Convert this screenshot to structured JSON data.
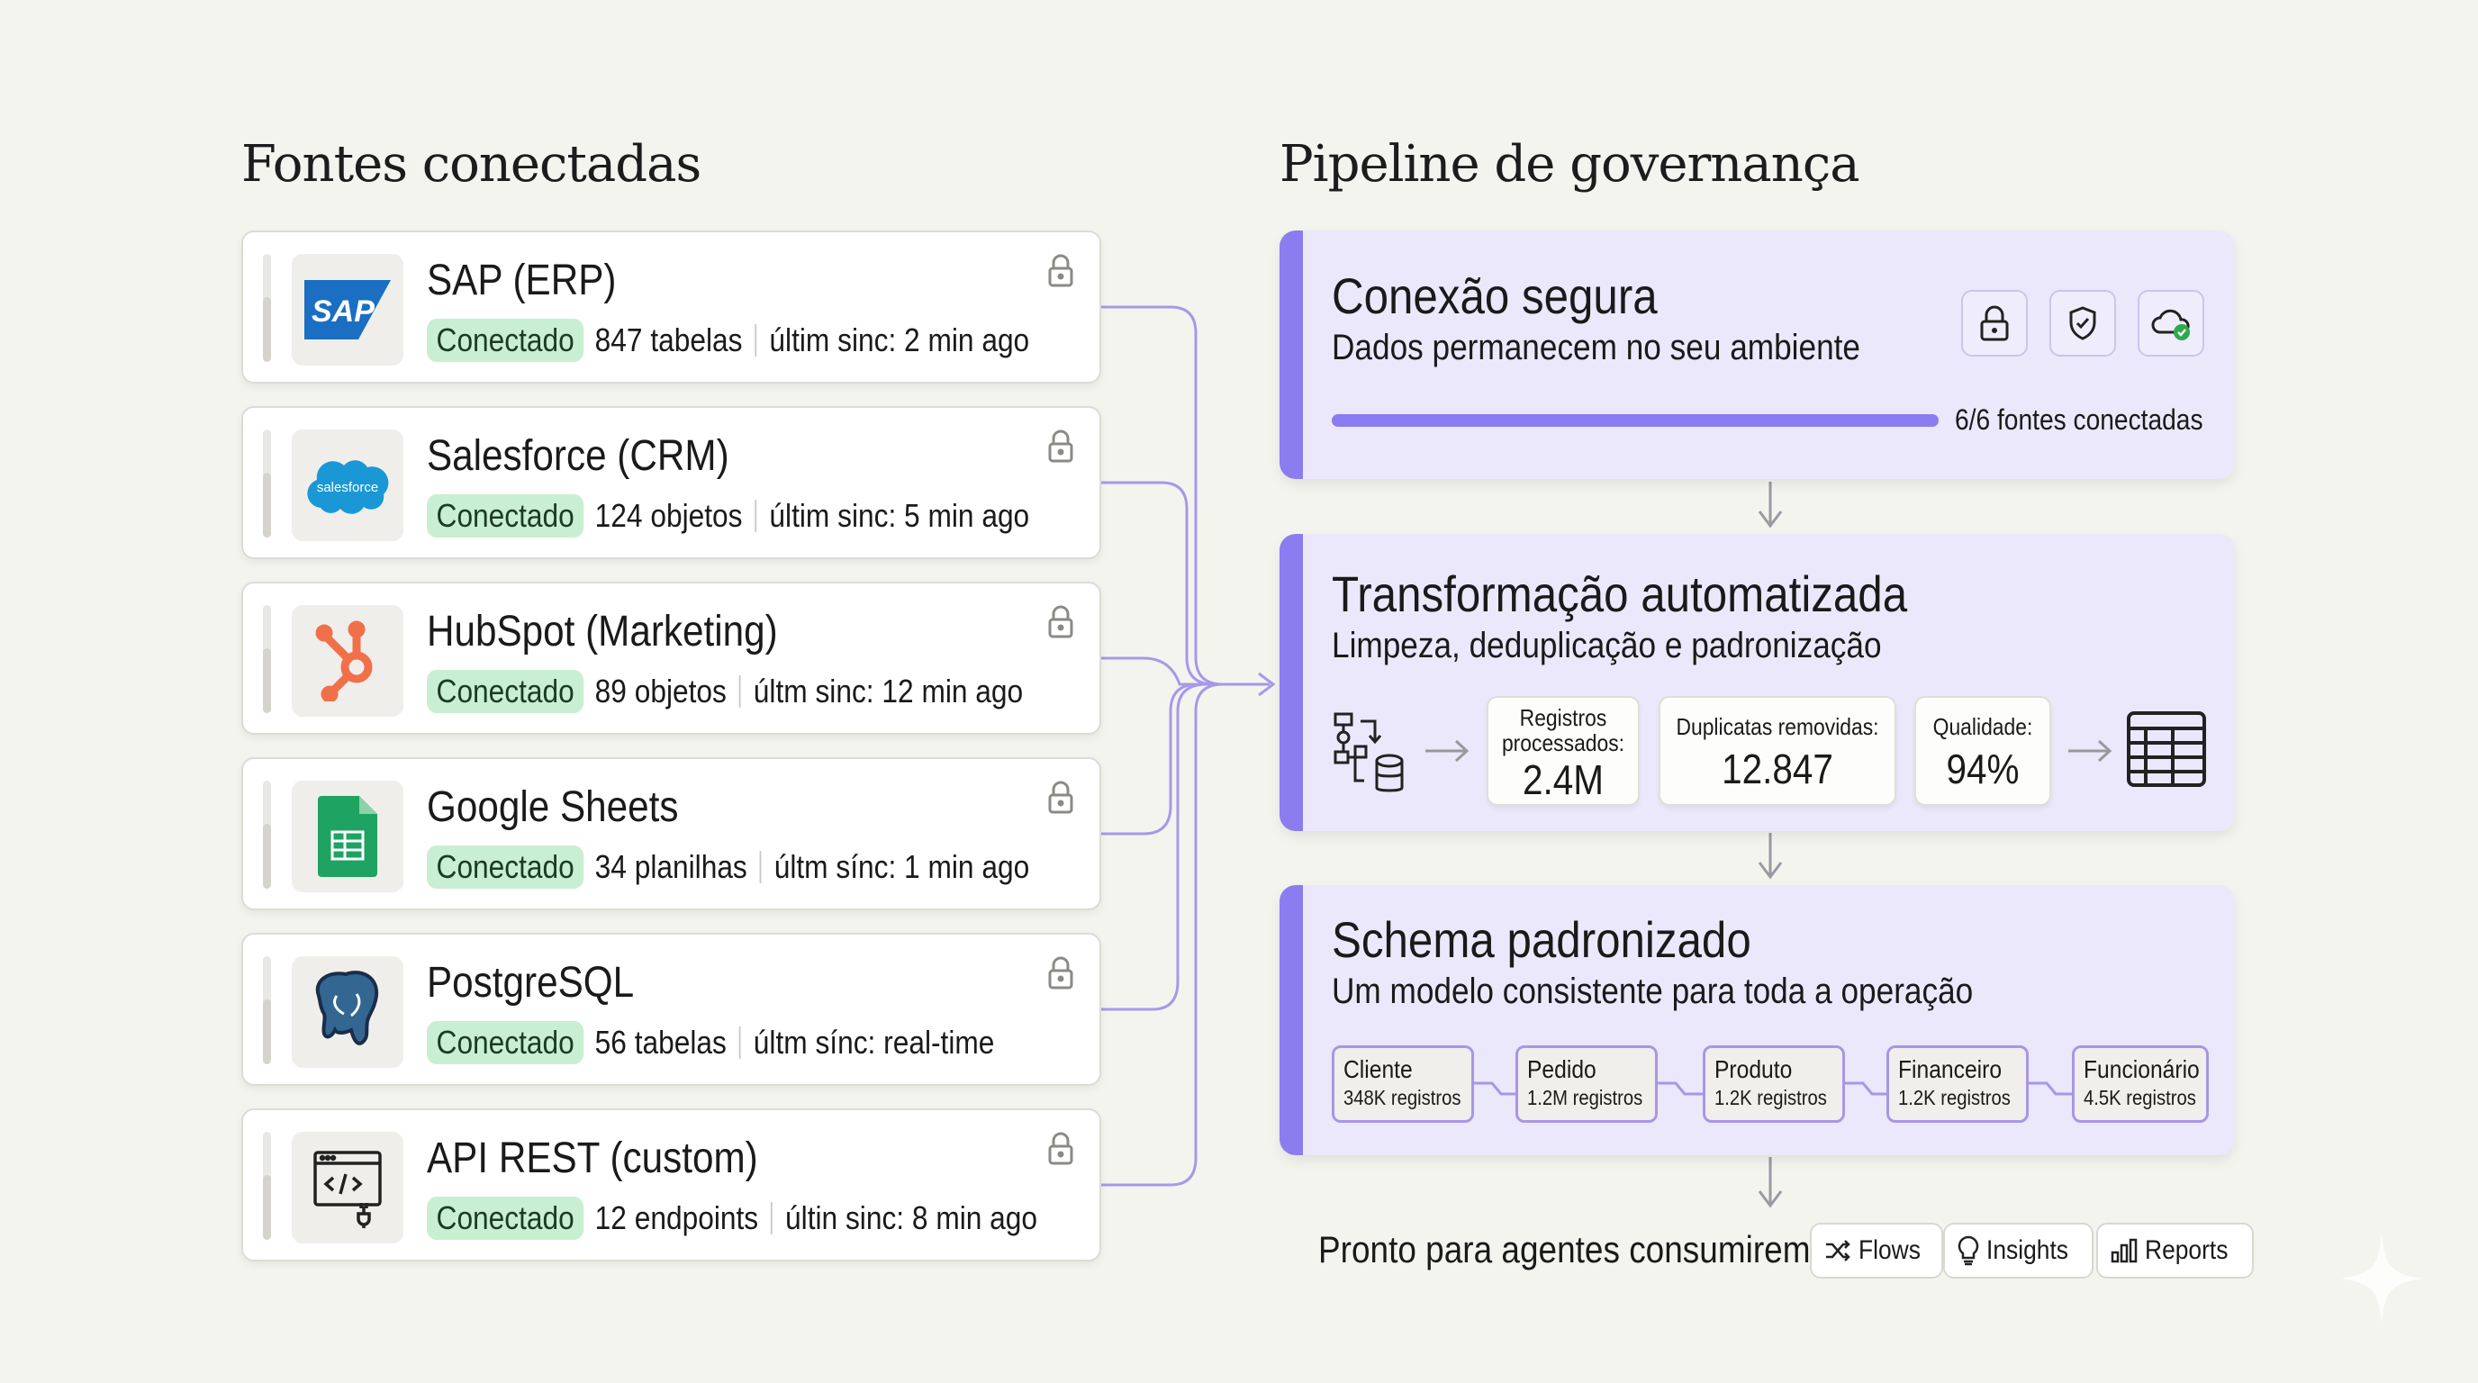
{
  "left": {
    "title": "Fontes conectadas",
    "sources": [
      {
        "name": "SAP (ERP)",
        "status": "Conectado",
        "count": "847 tabelas",
        "sync": "últim sinc: 2 min ago",
        "icon": "sap-logo",
        "logo_text": "SAP"
      },
      {
        "name": "Salesforce (CRM)",
        "status": "Conectado",
        "count": "124 objetos",
        "sync": "últim sinc: 5 min ago",
        "icon": "salesforce-logo",
        "logo_text": "salesforce"
      },
      {
        "name": "HubSpot (Marketing)",
        "status": "Conectado",
        "count": "89 objetos",
        "sync": "últm sinc: 12 min ago",
        "icon": "hubspot-logo"
      },
      {
        "name": "Google Sheets",
        "status": "Conectado",
        "count": "34 planilhas",
        "sync": "últm sínc: 1 min ago",
        "icon": "google-sheets-logo"
      },
      {
        "name": "PostgreSQL",
        "status": "Conectado",
        "count": "56 tabelas",
        "sync": "últm sínc: real-time",
        "icon": "postgresql-logo"
      },
      {
        "name": "API REST (custom)",
        "status": "Conectado",
        "count": "12 endpoints",
        "sync": "últin sinc: 8 min ago",
        "icon": "api-code-icon"
      }
    ]
  },
  "right": {
    "title": "Pipeline de governança",
    "secure": {
      "title": "Conexão segura",
      "subtitle": "Dados permanecem no seu ambiente",
      "progress": 1.0,
      "progress_label": "6/6 fontes conectadas",
      "icons": [
        "lock-icon",
        "shield-check-icon",
        "cloud-check-icon"
      ]
    },
    "transform": {
      "title": "Transformação automatizada",
      "subtitle": "Limpeza, deduplicação e padronização",
      "stats": [
        {
          "label": "Registros processados:",
          "value": "2.4M"
        },
        {
          "label": "Duplicatas removidas:",
          "value": "12.847"
        },
        {
          "label": "Qualidade:",
          "value": "94%"
        }
      ]
    },
    "schema": {
      "title": "Schema padronizado",
      "subtitle": "Um modelo consistente para toda a operação",
      "entities": [
        {
          "name": "Cliente",
          "count": "348K registros"
        },
        {
          "name": "Pedido",
          "count": "1.2M registros"
        },
        {
          "name": "Produto",
          "count": "1.2K registros"
        },
        {
          "name": "Financeiro",
          "count": "1.2K registros"
        },
        {
          "name": "Funcionário",
          "count": "4.5K registros"
        }
      ]
    },
    "ready": {
      "label": "Pronto para agentes consumirem",
      "chips": [
        {
          "label": "Flows",
          "icon": "shuffle-icon"
        },
        {
          "label": "Insights",
          "icon": "lightbulb-icon"
        },
        {
          "label": "Reports",
          "icon": "bar-chart-icon"
        }
      ]
    }
  },
  "colors": {
    "accent": "#8b7cf0",
    "stage_bg": "#ebe8fb",
    "badge_bg": "#c9efd2",
    "background": "#f4f4ef"
  }
}
